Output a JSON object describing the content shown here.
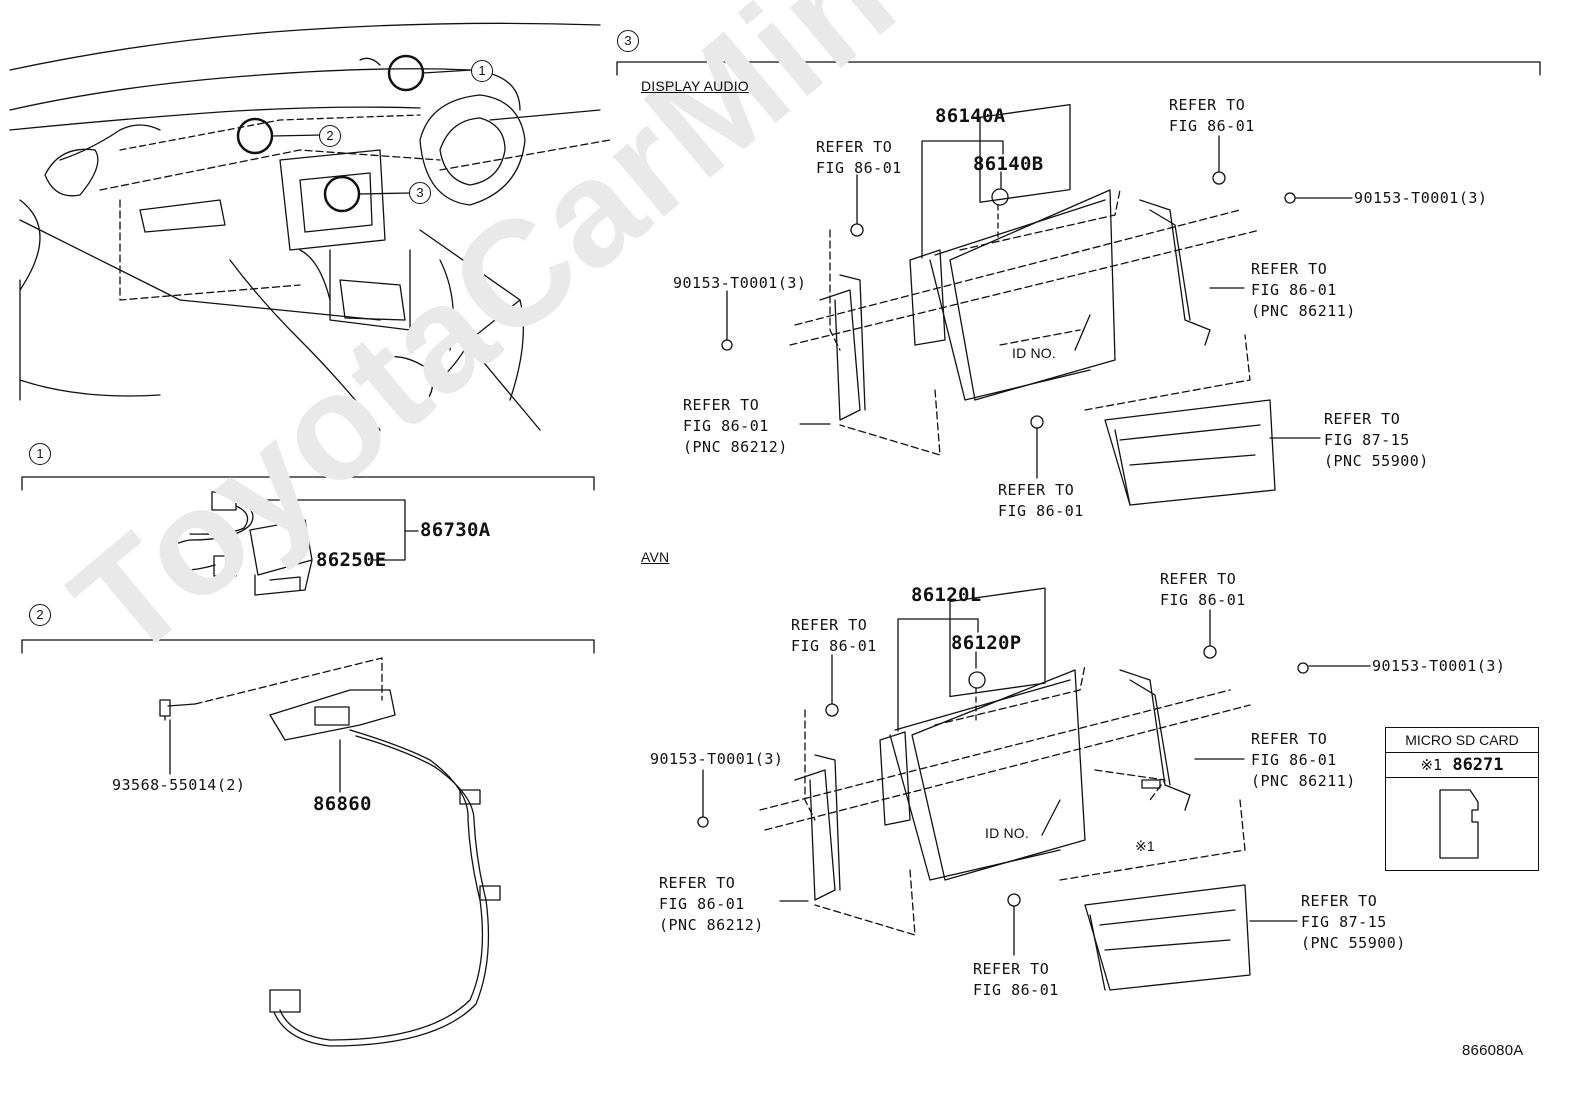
{
  "watermark": "ToyotaCarMine.ru",
  "diagram_code": "866080A",
  "callouts": {
    "one": "1",
    "two": "2",
    "three": "3"
  },
  "section_three": {
    "display_audio": {
      "heading": "DISPLAY AUDIO",
      "unit_part": "86140A",
      "sub_part": "86140B",
      "id_label": "ID NO.",
      "refer_top_left": [
        "REFER TO",
        "FIG 86-01"
      ],
      "refer_top_right": [
        "REFER TO",
        "FIG 86-01"
      ],
      "bolt_right": "90153-T0001(3)",
      "bolt_left": "90153-T0001(3)",
      "refer_right": [
        "REFER TO",
        "FIG 86-01",
        "(PNC 86211)"
      ],
      "refer_left": [
        "REFER TO",
        "FIG 86-01",
        "(PNC 86212)"
      ],
      "refer_bottom": [
        "REFER TO",
        "FIG 86-01"
      ],
      "refer_panel": [
        "REFER TO",
        "FIG 87-15",
        "(PNC 55900)"
      ]
    },
    "avn": {
      "heading": "AVN",
      "unit_part": "86120L",
      "sub_part": "86120P",
      "id_label": "ID NO.",
      "note_mark": "※1",
      "refer_top_left": [
        "REFER TO",
        "FIG 86-01"
      ],
      "refer_top_right": [
        "REFER TO",
        "FIG 86-01"
      ],
      "bolt_right": "90153-T0001(3)",
      "bolt_left": "90153-T0001(3)",
      "refer_right": [
        "REFER TO",
        "FIG 86-01",
        "(PNC 86211)"
      ],
      "refer_left": [
        "REFER TO",
        "FIG 86-01",
        "(PNC 86212)"
      ],
      "refer_bottom": [
        "REFER TO",
        "FIG 86-01"
      ],
      "refer_panel": [
        "REFER TO",
        "FIG 87-15",
        "(PNC 55900)"
      ]
    },
    "micro_sd": {
      "title": "MICRO SD CARD",
      "mark": "※1",
      "part": "86271"
    }
  },
  "section_one": {
    "assembly_part": "86730A",
    "component_part": "86250E"
  },
  "section_two": {
    "screw_part": "93568-55014(2)",
    "camera_part": "86860"
  }
}
